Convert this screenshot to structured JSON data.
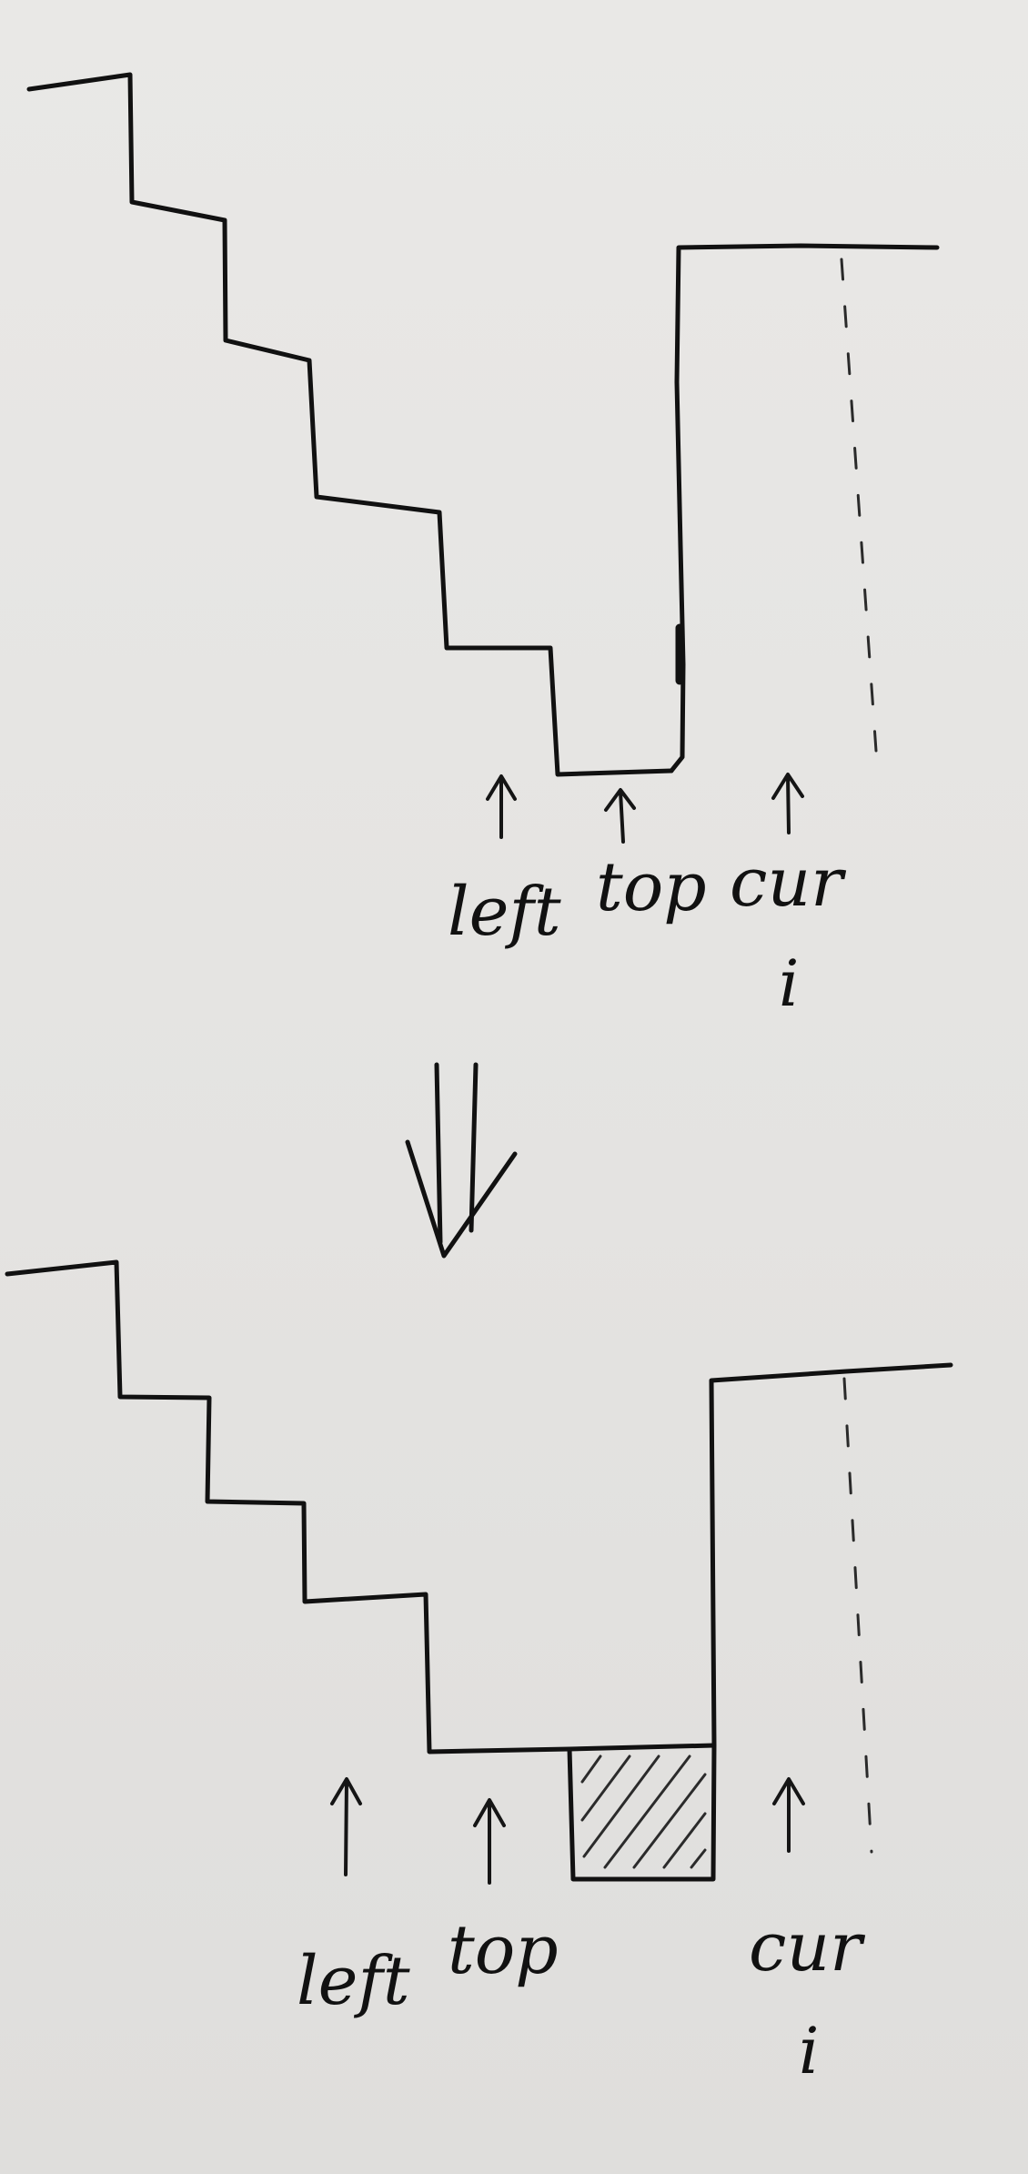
{
  "top_panel": {
    "labels": {
      "left": "left",
      "top": "top",
      "cur": "cur",
      "i": "i"
    }
  },
  "bottom_panel": {
    "labels": {
      "left": "left",
      "top": "top",
      "cur": "cur",
      "i": "i"
    }
  }
}
